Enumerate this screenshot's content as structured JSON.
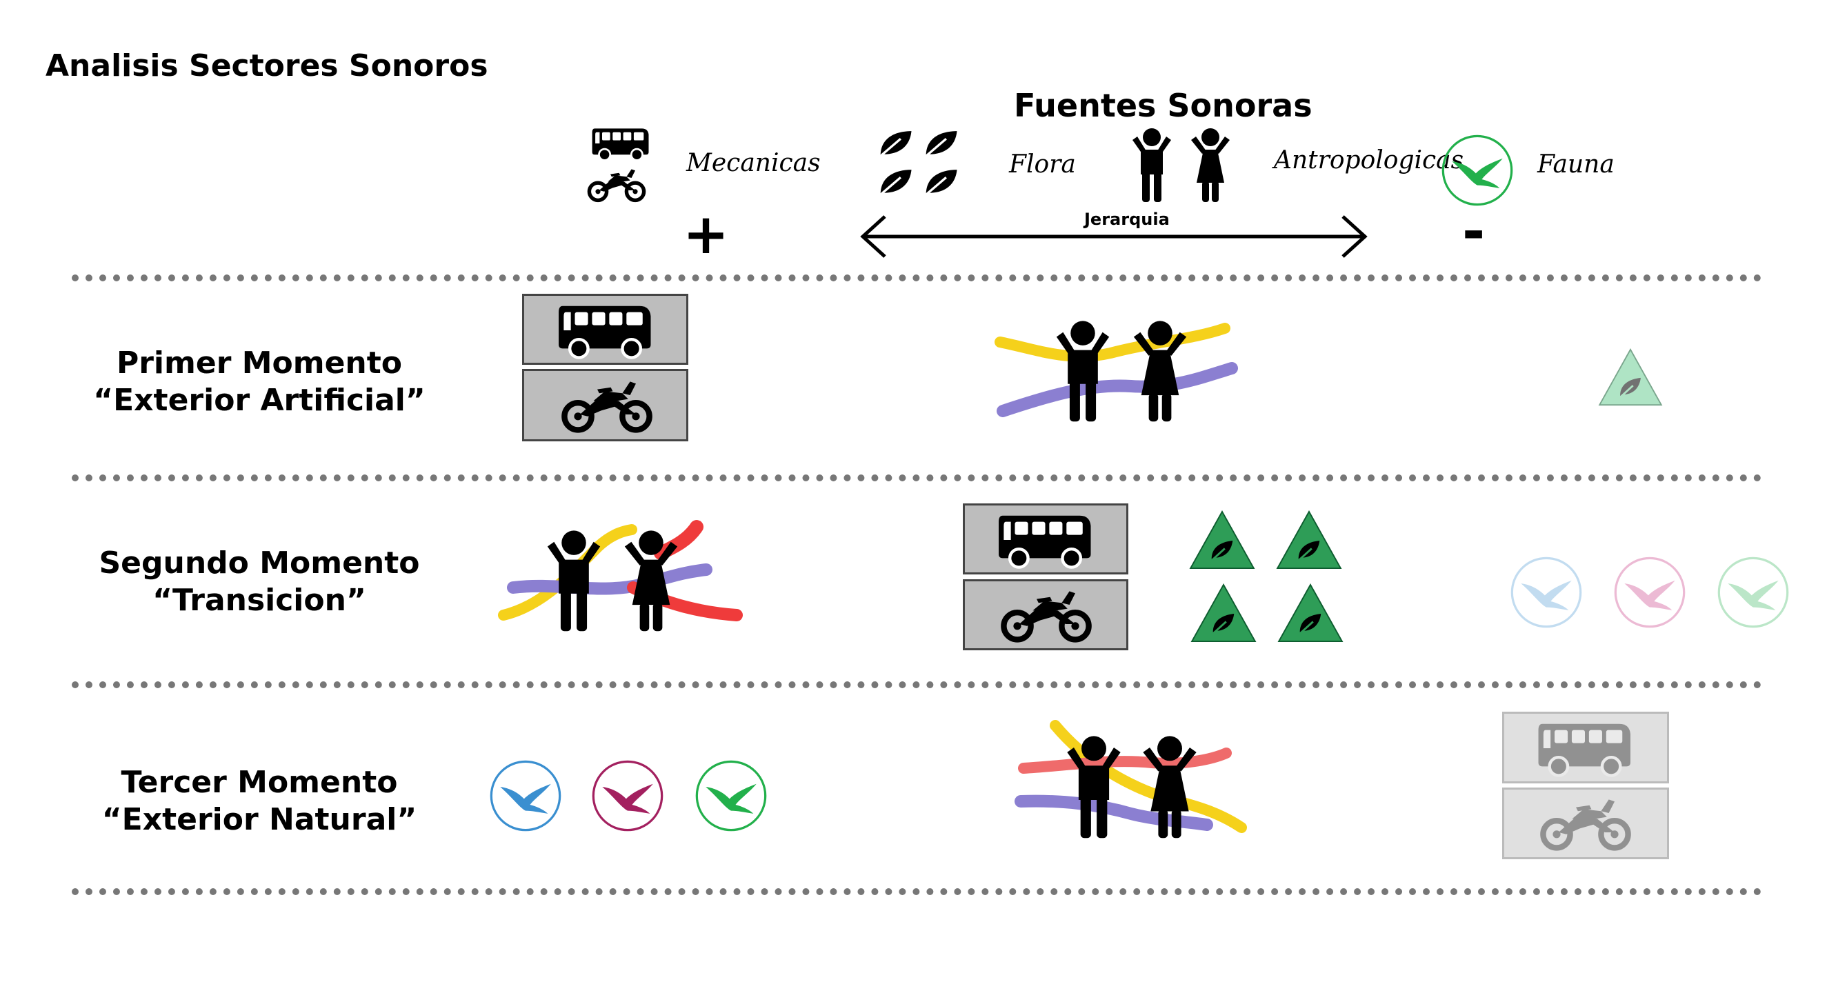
{
  "title": "Analisis Sectores Sonoros",
  "legend": {
    "title": "Fuentes Sonoras",
    "categories": [
      {
        "label": "Mecanicas",
        "icon": "bus-motorcycle-icon"
      },
      {
        "label": "Flora",
        "icon": "leaves-icon"
      },
      {
        "label": "Antropologicas",
        "icon": "people-icon"
      },
      {
        "label": "Fauna",
        "icon": "bird-icon",
        "color": "#22b04b"
      }
    ],
    "axis": {
      "label": "Jerarquia",
      "plus": "+",
      "minus": "-"
    }
  },
  "rows": [
    {
      "label_line1": "Primer Momento",
      "label_line2": "“Exterior Artificial”"
    },
    {
      "label_line1": "Segundo Momento",
      "label_line2": "“Transicion”"
    },
    {
      "label_line1": "Tercer Momento",
      "label_line2": "“Exterior Natural”"
    }
  ],
  "colors": {
    "bird_blue": "#3a8fd0",
    "bird_magenta": "#a3205f",
    "bird_green": "#22b04b",
    "leaf_triangle": "#2e9d57",
    "stroke_yellow": "#f5d11b",
    "stroke_purple": "#8b7fd1",
    "stroke_red": "#ef3b3b"
  }
}
